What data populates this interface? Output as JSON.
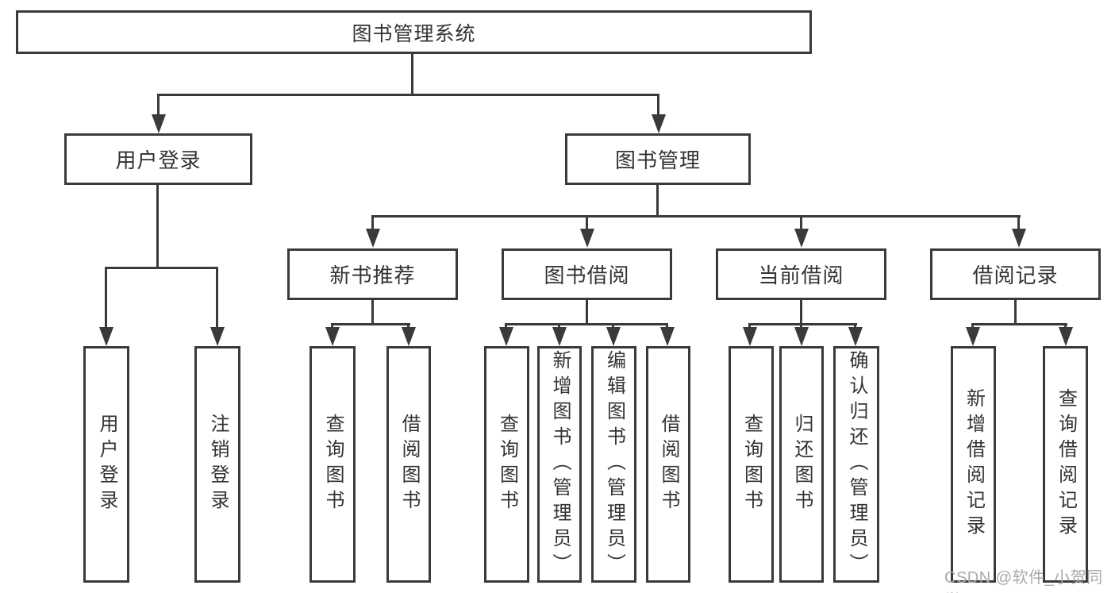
{
  "tree": {
    "label": "图书管理系统",
    "children": [
      {
        "label": "用户登录",
        "children": [
          {
            "label": "用户登录"
          },
          {
            "label": "注销登录"
          }
        ]
      },
      {
        "label": "图书管理",
        "children": [
          {
            "label": "新书推荐",
            "children": [
              {
                "label": "查询图书"
              },
              {
                "label": "借阅图书"
              }
            ]
          },
          {
            "label": "图书借阅",
            "children": [
              {
                "label": "查询图书"
              },
              {
                "label": "新增图书（管理员）"
              },
              {
                "label": "编辑图书（管理员）"
              },
              {
                "label": "借阅图书"
              }
            ]
          },
          {
            "label": "当前借阅",
            "children": [
              {
                "label": "查询图书"
              },
              {
                "label": "归还图书"
              },
              {
                "label": "确认归还（管理员）"
              }
            ]
          },
          {
            "label": "借阅记录",
            "children": [
              {
                "label": "新增借阅记录"
              },
              {
                "label": "查询借阅记录"
              }
            ]
          }
        ]
      }
    ]
  },
  "watermark": {
    "text": "CSDN @软件_小贺同学",
    "color": "#a9a9a9"
  },
  "colors": {
    "line": "#3a3a3a",
    "text": "#333333",
    "background": "#ffffff"
  }
}
